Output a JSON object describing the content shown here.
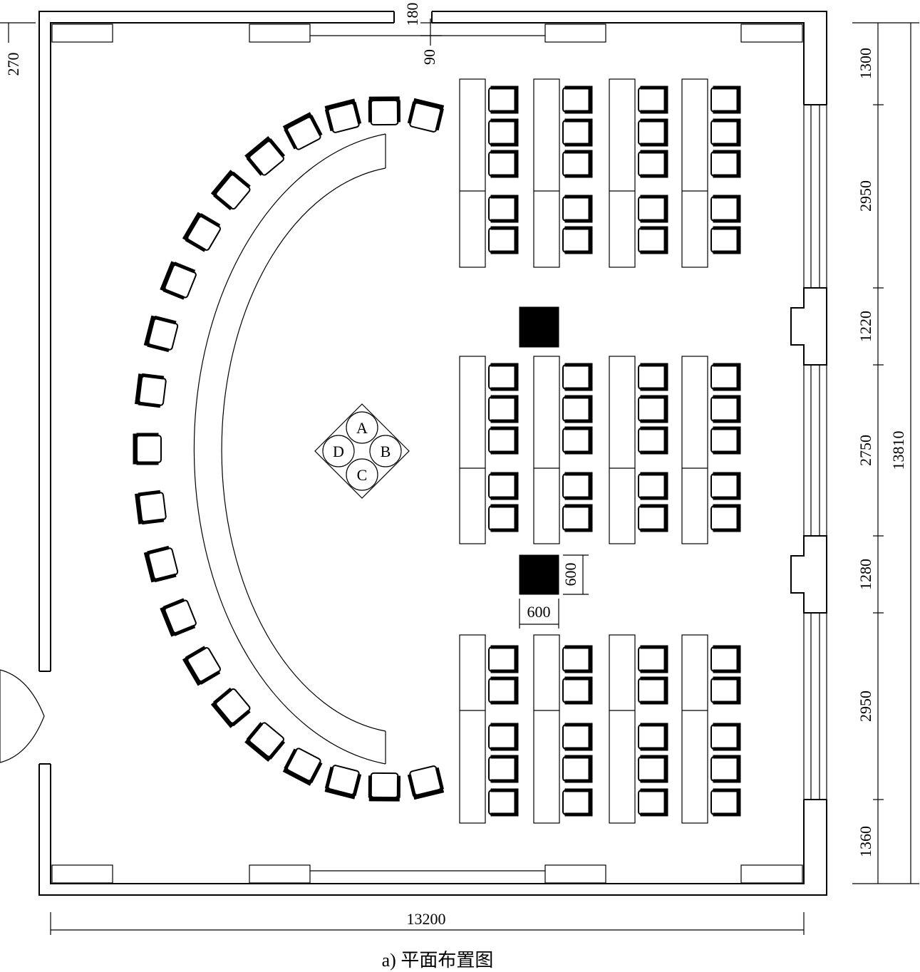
{
  "caption": "a) 平面布置图",
  "station_labels": [
    "A",
    "B",
    "C",
    "D"
  ],
  "dimensions": {
    "overall_width": "13200",
    "overall_height": "13810",
    "right_segments": [
      "1300",
      "2950",
      "1220",
      "2750",
      "1280",
      "2950",
      "1360"
    ],
    "wall_outer": "180",
    "wall_inner": "90",
    "top_left_gap": "270",
    "column_width": "600",
    "column_depth": "600"
  }
}
